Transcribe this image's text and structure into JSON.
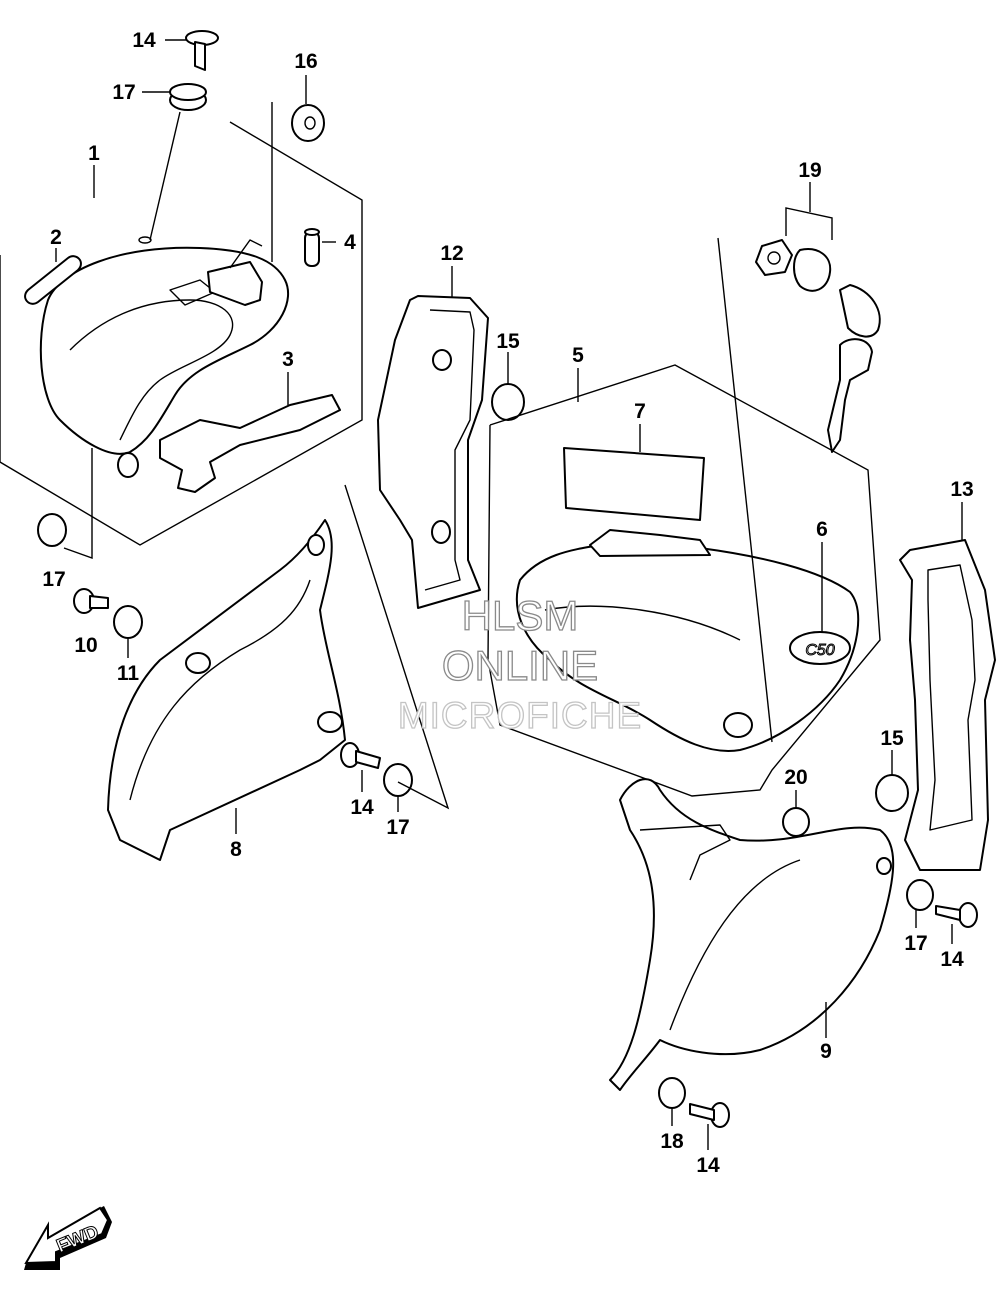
{
  "callouts": {
    "c1": "1",
    "c2": "2",
    "c3": "3",
    "c4": "4",
    "c5": "5",
    "c6": "6",
    "c7": "7",
    "c8": "8",
    "c9": "9",
    "c10": "10",
    "c11": "11",
    "c12": "12",
    "c13": "13",
    "c14a": "14",
    "c14b": "14",
    "c14c": "14",
    "c14d": "14",
    "c15a": "15",
    "c15b": "15",
    "c16": "16",
    "c17a": "17",
    "c17b": "17",
    "c17c": "17",
    "c17d": "17",
    "c18": "18",
    "c19": "19",
    "c20": "20"
  },
  "watermark": {
    "line1": "HLSM",
    "line2": "ONLINE",
    "line3": "MICROFICHE"
  },
  "fwd_label": "FWD",
  "emblem_text": "C50"
}
